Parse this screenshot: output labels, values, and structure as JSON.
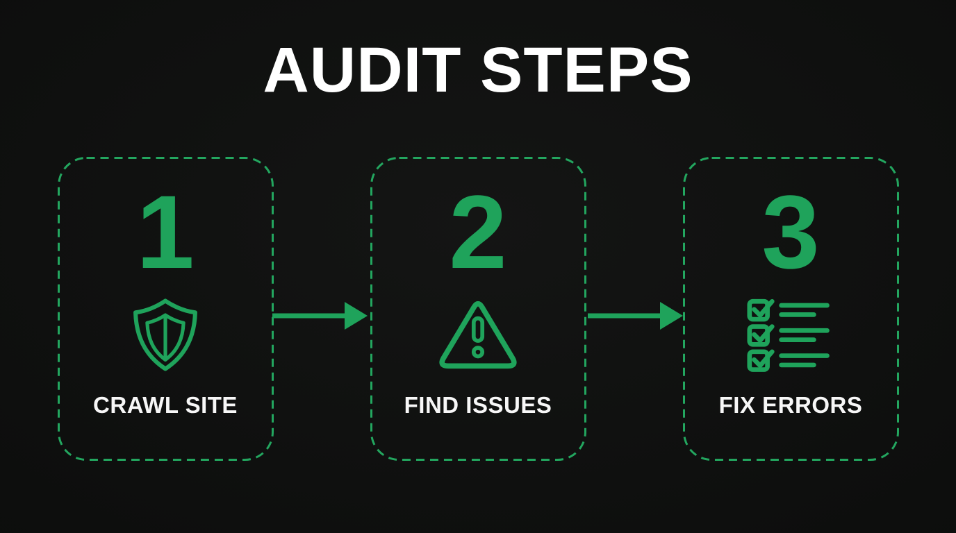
{
  "title": "AUDIT STEPS",
  "steps": [
    {
      "number": "1",
      "label": "CRAWL SITE",
      "icon": "shield-icon"
    },
    {
      "number": "2",
      "label": "FIND ISSUES",
      "icon": "warning-triangle-icon"
    },
    {
      "number": "3",
      "label": "FIX ERRORS",
      "icon": "checklist-icon"
    }
  ],
  "connectors": [
    {
      "from": "1",
      "to": "2",
      "icon": "arrow-right-icon"
    },
    {
      "from": "2",
      "to": "3",
      "icon": "arrow-right-icon"
    }
  ],
  "colors": {
    "background": "#0d0e0d",
    "accent_green": "#1fa35b",
    "border_green": "#23a65f",
    "title_white": "#ffffff"
  }
}
